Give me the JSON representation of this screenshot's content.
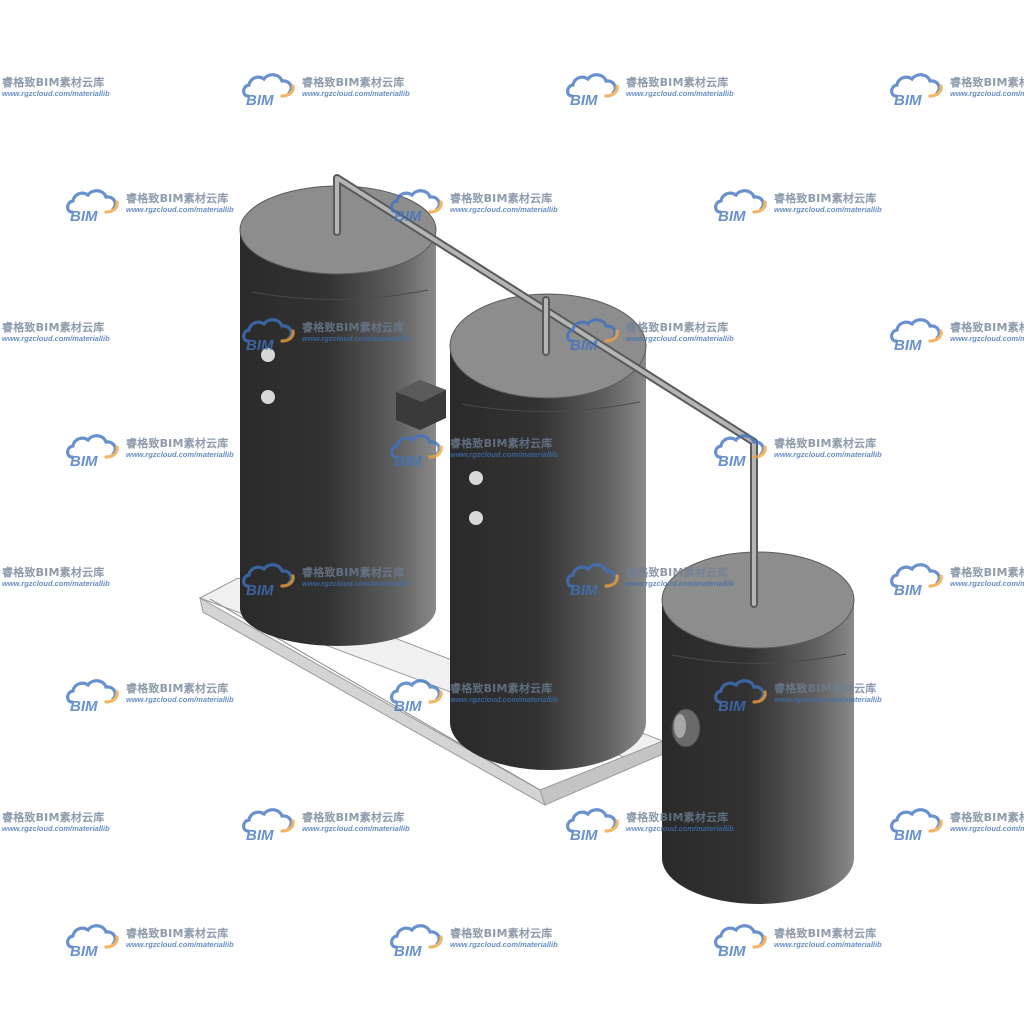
{
  "watermark": {
    "brand_title": "睿格致BIM素材云库",
    "logo_text": "BIM",
    "url": "www.rgzcloud.com/materiallib",
    "colors": {
      "cloud_blue": "#3f73c0",
      "cloud_orange": "#f0a23c",
      "text_gray": "#6f7f95"
    }
  },
  "scene": {
    "subject": "three cylindrical vessels on a base plate connected by a pipe",
    "colors": {
      "tank_dark": "#2b2b2b",
      "tank_mid": "#6a6a6a",
      "tank_top": "#8c8c8c",
      "base_plate": "#ededed",
      "pipe": "#9a9a9a"
    }
  }
}
